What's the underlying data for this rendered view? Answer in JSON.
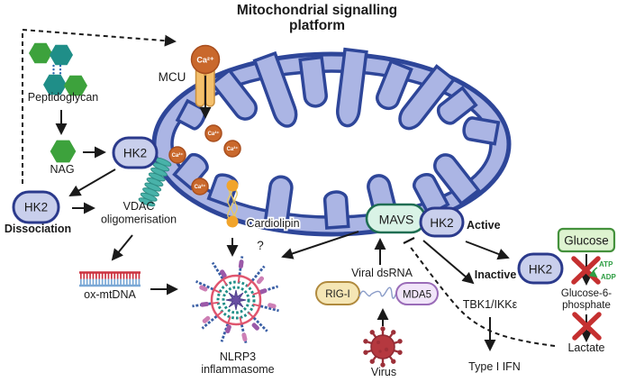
{
  "title": {
    "line1": "Mitochondrial signalling",
    "line2": "platform"
  },
  "nodes": {
    "peptidoglycan": "Peptidoglycan",
    "nag": "NAG",
    "hk2": "HK2",
    "dissociation": "Dissociation",
    "vdac_line1": "VDAC",
    "vdac_line2": "oligomerisation",
    "mcu": "MCU",
    "ca_ion": "Ca²⁺",
    "cardiolipin": "Cardiolipin",
    "question_mark": "?",
    "ox_mtdna": "ox-mtDNA",
    "nlrp3_line1": "NLRP3",
    "nlrp3_line2": "inflammasome",
    "viral_dsrna": "Viral dsRNA",
    "rig_i": "RIG-I",
    "mda5": "MDA5",
    "virus": "Virus",
    "mavs": "MAVS",
    "active": "Active",
    "inactive": "Inactive",
    "tbk1_ikke": "TBK1/IKKε",
    "type_i_ifn": "Type I IFN",
    "glucose": "Glucose",
    "atp": "ATP",
    "adp": "ADP",
    "g6p_line1": "Glucose-6-",
    "g6p_line2": "phosphate",
    "lactate": "Lactate"
  },
  "colors": {
    "mito_fill": "#abb5e4",
    "mito_stroke": "#2e4699",
    "hk2_pill_fill": "#c9cfec",
    "hk2_pill_stroke": "#2b3a8c",
    "mavs_fill": "#d9f3e6",
    "mavs_stroke": "#1f6e52",
    "glucose_fill": "#def3d0",
    "glucose_stroke": "#44913c",
    "rigi_fill": "#f5e6b5",
    "mda5_fill": "#f1e5f9",
    "calcium": "#c9682c",
    "mcu_channel": "#f4c06c",
    "vdac_teal": "#48b2a9",
    "hex_green": "#3da23c",
    "hex_teal": "#1f8e88",
    "cardiolipin_head": "#f1a42c",
    "virus_red": "#b5383f",
    "nlrp3_pink": "#e0566f",
    "nlrp3_purple": "#6a4fa3",
    "blocked_x_red": "#c53030",
    "atp_green": "#2f9e44",
    "arrow_black": "#1a1a1a"
  }
}
